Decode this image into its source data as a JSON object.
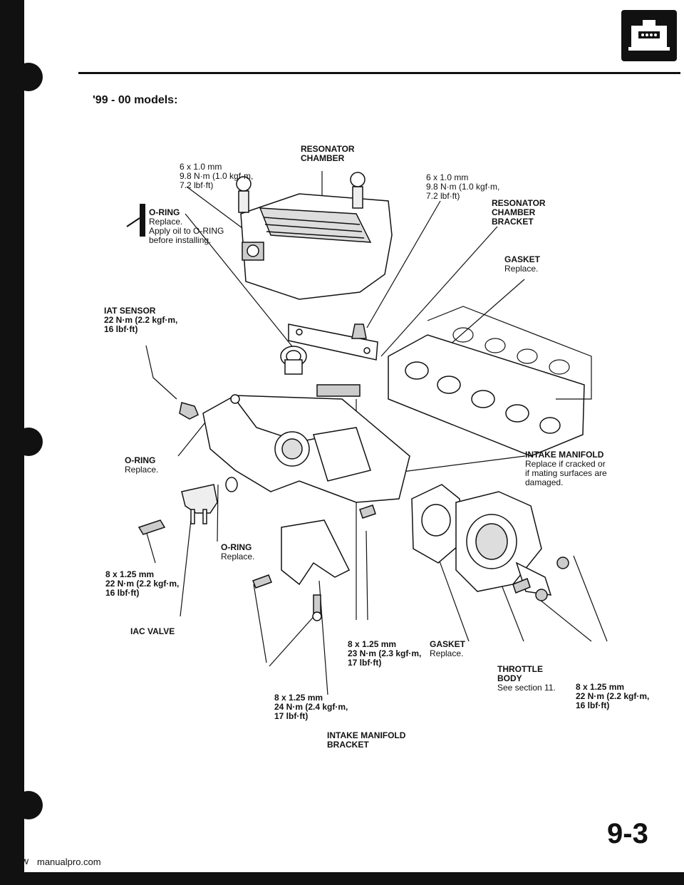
{
  "section_subtitle": "'99 - 00 models:",
  "labels": {
    "bolt_top_left": [
      "6 x 1.0 mm",
      "9.8 N·m (1.0 kgf·m,",
      "7.2 lbf·ft)"
    ],
    "resonator_chamber": [
      "RESONATOR",
      "CHAMBER"
    ],
    "bolt_top_right": [
      "6 x 1.0 mm",
      "9.8 N·m (1.0 kgf·m,",
      "7.2 lbf·ft)"
    ],
    "resonator_bracket": [
      "RESONATOR",
      "CHAMBER",
      "BRACKET"
    ],
    "oring_top": {
      "title": "O-RING",
      "note1": "Replace.",
      "note2": "Apply oil to O-RING",
      "note3": "before installing."
    },
    "gasket_top": {
      "title": "GASKET",
      "note": "Replace."
    },
    "iat_sensor": [
      "IAT SENSOR",
      "22 N·m (2.2 kgf·m,",
      "16 lbf·ft)"
    ],
    "oring_mid": {
      "title": "O-RING",
      "note": "Replace."
    },
    "intake_manifold": {
      "title": "INTAKE MANIFOLD",
      "note1": "Replace if cracked or",
      "note2": "if mating surfaces are",
      "note3": "damaged."
    },
    "oring_low": {
      "title": "O-RING",
      "note": "Replace."
    },
    "bolt_left_low": [
      "8 x 1.25 mm",
      "22 N·m (2.2 kgf·m,",
      "16 lbf·ft)"
    ],
    "iac_valve": "IAC VALVE",
    "bolt_center": [
      "8 x 1.25 mm",
      "23 N·m (2.3 kgf·m,",
      "17 lbf·ft)"
    ],
    "gasket_low": {
      "title": "GASKET",
      "note": "Replace."
    },
    "throttle_body": {
      "title1": "THROTTLE",
      "title2": "BODY",
      "note": "See section 11."
    },
    "bolt_right_low": [
      "8 x 1.25 mm",
      "22 N·m (2.2 kgf·m,",
      "16 lbf·ft)"
    ],
    "bolt_bracket": [
      "8 x 1.25 mm",
      "24 N·m (2.4 kgf·m,",
      "17 lbf·ft)"
    ],
    "manifold_bracket": [
      "INTAKE MANIFOLD",
      "BRACKET"
    ]
  },
  "page_number": "9-3",
  "footer_site": "w",
  "footer_site2": "manualpro.com"
}
